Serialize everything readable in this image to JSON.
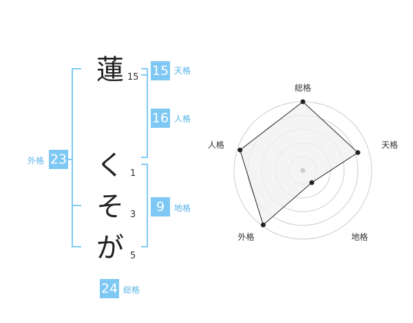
{
  "name": {
    "chars": [
      {
        "char": "蓮",
        "strokes": "15"
      },
      {
        "char": "く",
        "strokes": "1"
      },
      {
        "char": "そ",
        "strokes": "3"
      },
      {
        "char": "が",
        "strokes": "5"
      }
    ]
  },
  "fortune": {
    "tenkaku": {
      "value": "15",
      "label": "天格"
    },
    "jinkaku": {
      "value": "16",
      "label": "人格"
    },
    "chikaku": {
      "value": "9",
      "label": "地格"
    },
    "gaikaku": {
      "value": "23",
      "label": "外格"
    },
    "soukaku": {
      "value": "24",
      "label": "総格"
    }
  },
  "chart_data": {
    "type": "radar",
    "axes": [
      "総格",
      "天格",
      "地格",
      "外格",
      "人格"
    ],
    "values": [
      5,
      4.2,
      1.1,
      4.9,
      4.8
    ],
    "range": [
      0,
      5
    ],
    "rings": 5,
    "colors": {
      "fill": "#f0f0f0",
      "stroke": "#222222",
      "grid": "#cccccc",
      "center": "#cccccc"
    }
  }
}
